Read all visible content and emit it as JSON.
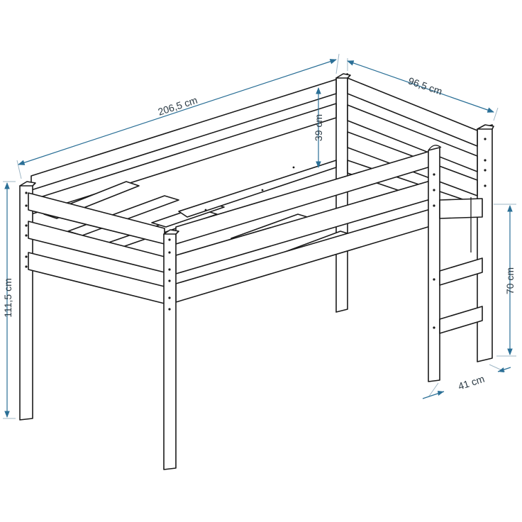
{
  "dimensions": {
    "length": "206,5 cm",
    "width": "96,5 cm",
    "rail_height": "39 cm",
    "total_height": "111,5 cm",
    "ladder_height": "70 cm",
    "ladder_width": "41 cm"
  },
  "colors": {
    "line": "#1a1a1a",
    "dimension_line": "#2a6f96",
    "label": "#2b3a44"
  }
}
